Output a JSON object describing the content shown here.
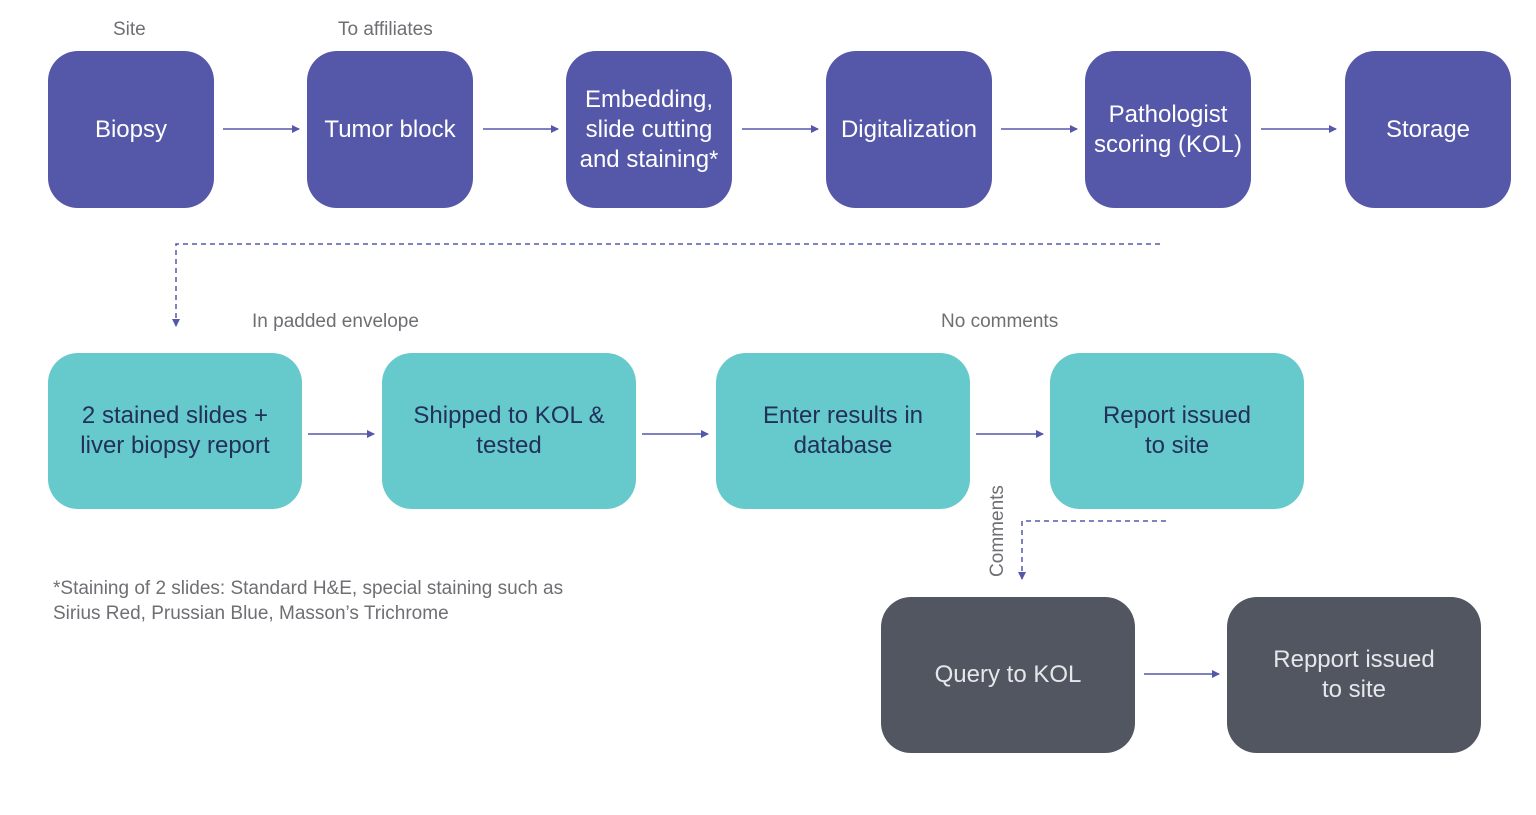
{
  "row1": {
    "labels": {
      "site": "Site",
      "affiliates": "To affiliates"
    },
    "steps": [
      {
        "text": "Biopsy"
      },
      {
        "text": "Tumor block"
      },
      {
        "text": "Embedding,\nslide cutting\nand staining*"
      },
      {
        "text": "Digitalization"
      },
      {
        "text": "Pathologist\nscoring (KOL)"
      },
      {
        "text": "Storage"
      }
    ]
  },
  "row2": {
    "labels": {
      "envelope": "In padded envelope",
      "no_comments": "No comments"
    },
    "steps": [
      {
        "text": "2 stained slides +\nliver biopsy report"
      },
      {
        "text": "Shipped to KOL &\ntested"
      },
      {
        "text": "Enter results in\ndatabase"
      },
      {
        "text": "Report issued\nto site"
      }
    ]
  },
  "row3": {
    "labels": {
      "comments": "Comments"
    },
    "steps": [
      {
        "text": "Query to KOL"
      },
      {
        "text": "Repport issued\nto site"
      }
    ]
  },
  "footnote": "*Staining of 2 slides: Standard H&E, special staining such as\nSirius Red, Prussian Blue, Masson’s Trichrome",
  "colors": {
    "row1_box": "#5558a8",
    "row2_box": "#66c9cb",
    "row3_box": "#515660",
    "connector": "#5558a8"
  }
}
